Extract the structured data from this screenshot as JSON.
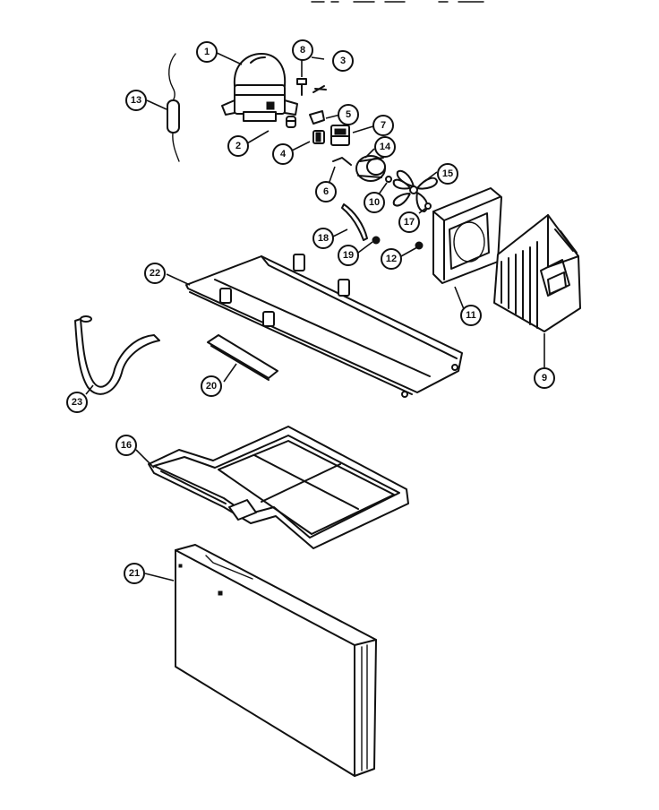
{
  "header_fragment": "",
  "callouts": [
    {
      "id": "c1",
      "label": "1"
    },
    {
      "id": "c2",
      "label": "2"
    },
    {
      "id": "c3",
      "label": "3"
    },
    {
      "id": "c4",
      "label": "4"
    },
    {
      "id": "c5",
      "label": "5"
    },
    {
      "id": "c6",
      "label": "6"
    },
    {
      "id": "c7",
      "label": "7"
    },
    {
      "id": "c8",
      "label": "8"
    },
    {
      "id": "c9",
      "label": "9"
    },
    {
      "id": "c10",
      "label": "10"
    },
    {
      "id": "c11",
      "label": "11"
    },
    {
      "id": "c12",
      "label": "12"
    },
    {
      "id": "c13",
      "label": "13"
    },
    {
      "id": "c14",
      "label": "14"
    },
    {
      "id": "c15",
      "label": "15"
    },
    {
      "id": "c16",
      "label": "16"
    },
    {
      "id": "c17",
      "label": "17"
    },
    {
      "id": "c18",
      "label": "18"
    },
    {
      "id": "c19",
      "label": "19"
    },
    {
      "id": "c20",
      "label": "20"
    },
    {
      "id": "c21",
      "label": "21"
    },
    {
      "id": "c22",
      "label": "22"
    },
    {
      "id": "c23",
      "label": "23"
    }
  ]
}
